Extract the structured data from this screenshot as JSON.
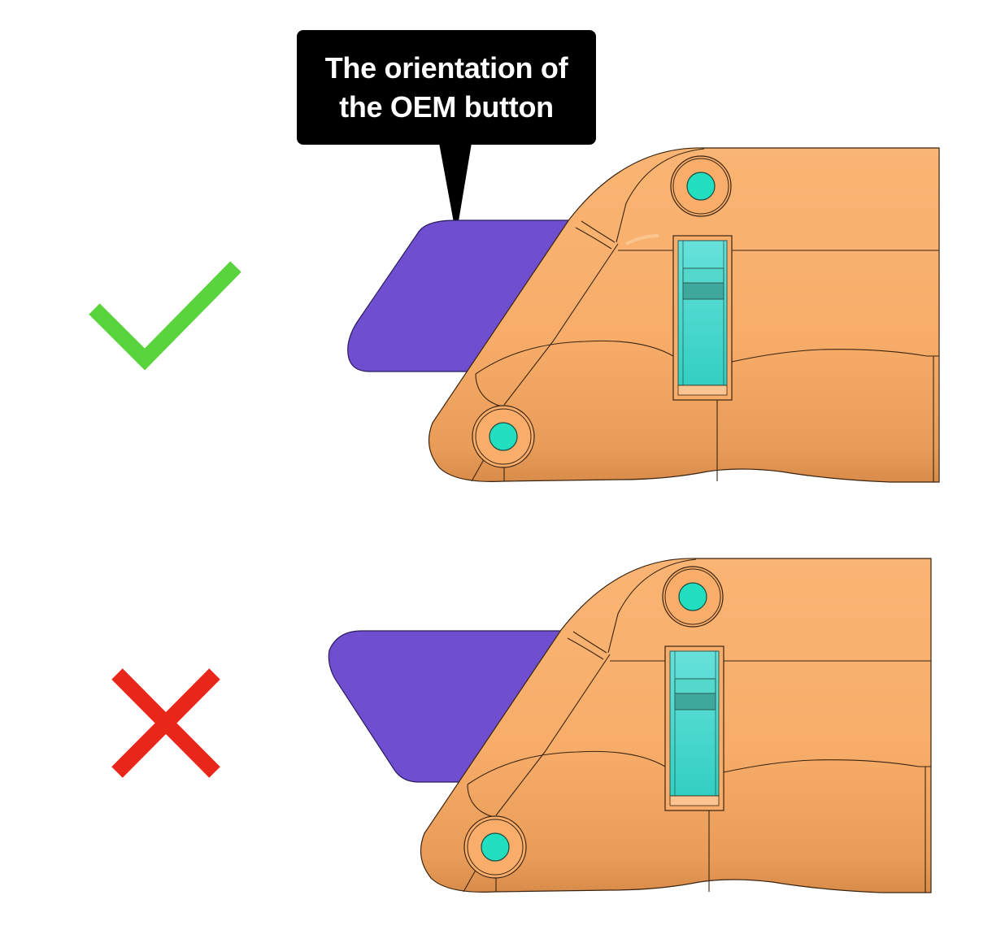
{
  "callout": {
    "line1": "The orientation of",
    "line2": "the OEM button"
  },
  "panels": [
    {
      "id": "correct",
      "status": "correct",
      "mark": "check-mark",
      "mark_color": "#5ad43c"
    },
    {
      "id": "incorrect",
      "status": "incorrect",
      "mark": "cross-mark",
      "mark_color": "#e8261a"
    }
  ],
  "colors": {
    "button_purple": "#6f4fcf",
    "shell_orange": "#f8ad6a",
    "shell_orange_dark": "#e59a55",
    "teal": "#2fd6c4",
    "teal_light": "#5fe3d7",
    "teal_dot": "#22e0bf",
    "outline": "#3a2410",
    "callout_bg": "#000000",
    "callout_text": "#ffffff"
  }
}
